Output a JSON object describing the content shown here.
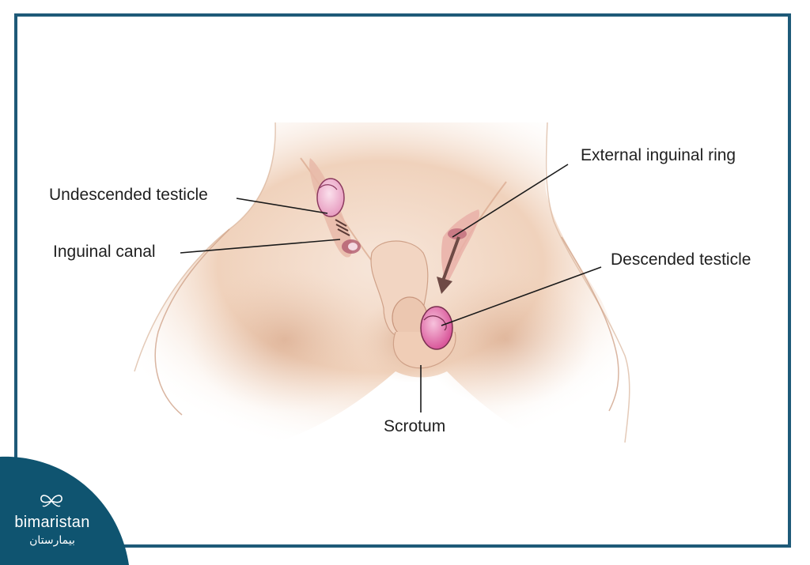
{
  "labels": {
    "undescended": "Undescended testicle",
    "inguinal_canal": "Inguinal canal",
    "external_ring": "External inguinal ring",
    "descended": "Descended testicle",
    "scrotum": "Scrotum"
  },
  "logo": {
    "name": "bimaristan",
    "arabic": "بيمارستان",
    "icon": "butterfly-icon"
  },
  "colors": {
    "frame": "#1e5a78",
    "badge": "#0f5470",
    "skin": "#f1d6c3",
    "testicle": "#e27aa6"
  }
}
